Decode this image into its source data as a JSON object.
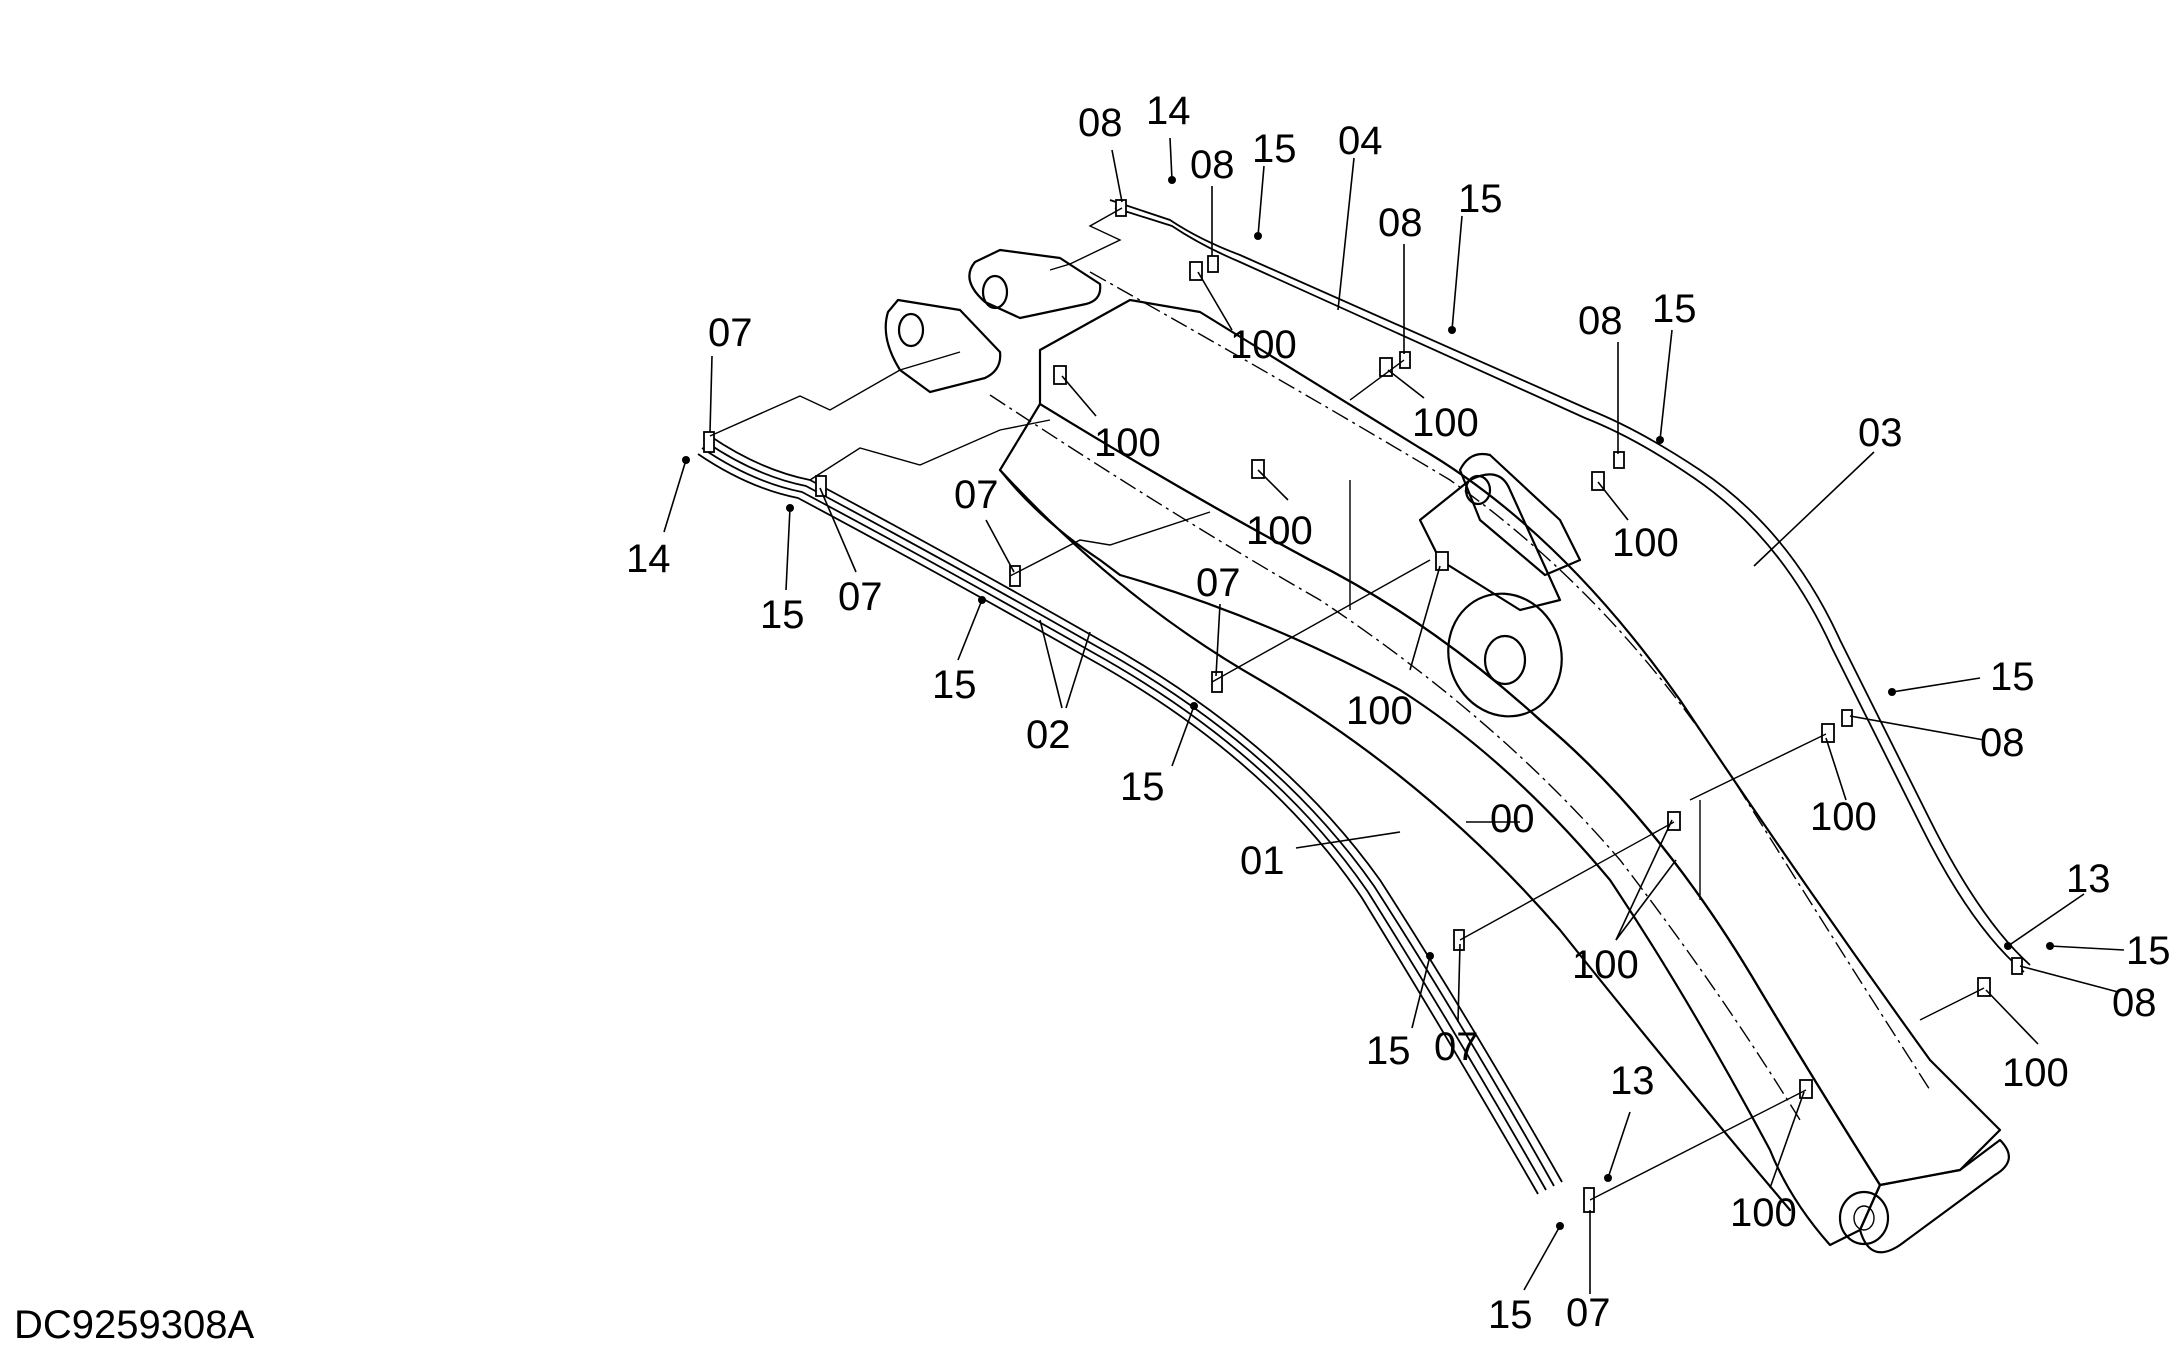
{
  "drawing": {
    "code": "DC9259308A"
  },
  "parts": [
    {
      "id": "00",
      "label": "00"
    },
    {
      "id": "01",
      "label": "01"
    },
    {
      "id": "02",
      "label": "02"
    },
    {
      "id": "03",
      "label": "03"
    },
    {
      "id": "04",
      "label": "04"
    },
    {
      "id": "07",
      "label": "07"
    },
    {
      "id": "08",
      "label": "08"
    },
    {
      "id": "13",
      "label": "13"
    },
    {
      "id": "14",
      "label": "14"
    },
    {
      "id": "15",
      "label": "15"
    },
    {
      "id": "100",
      "label": "100"
    }
  ]
}
